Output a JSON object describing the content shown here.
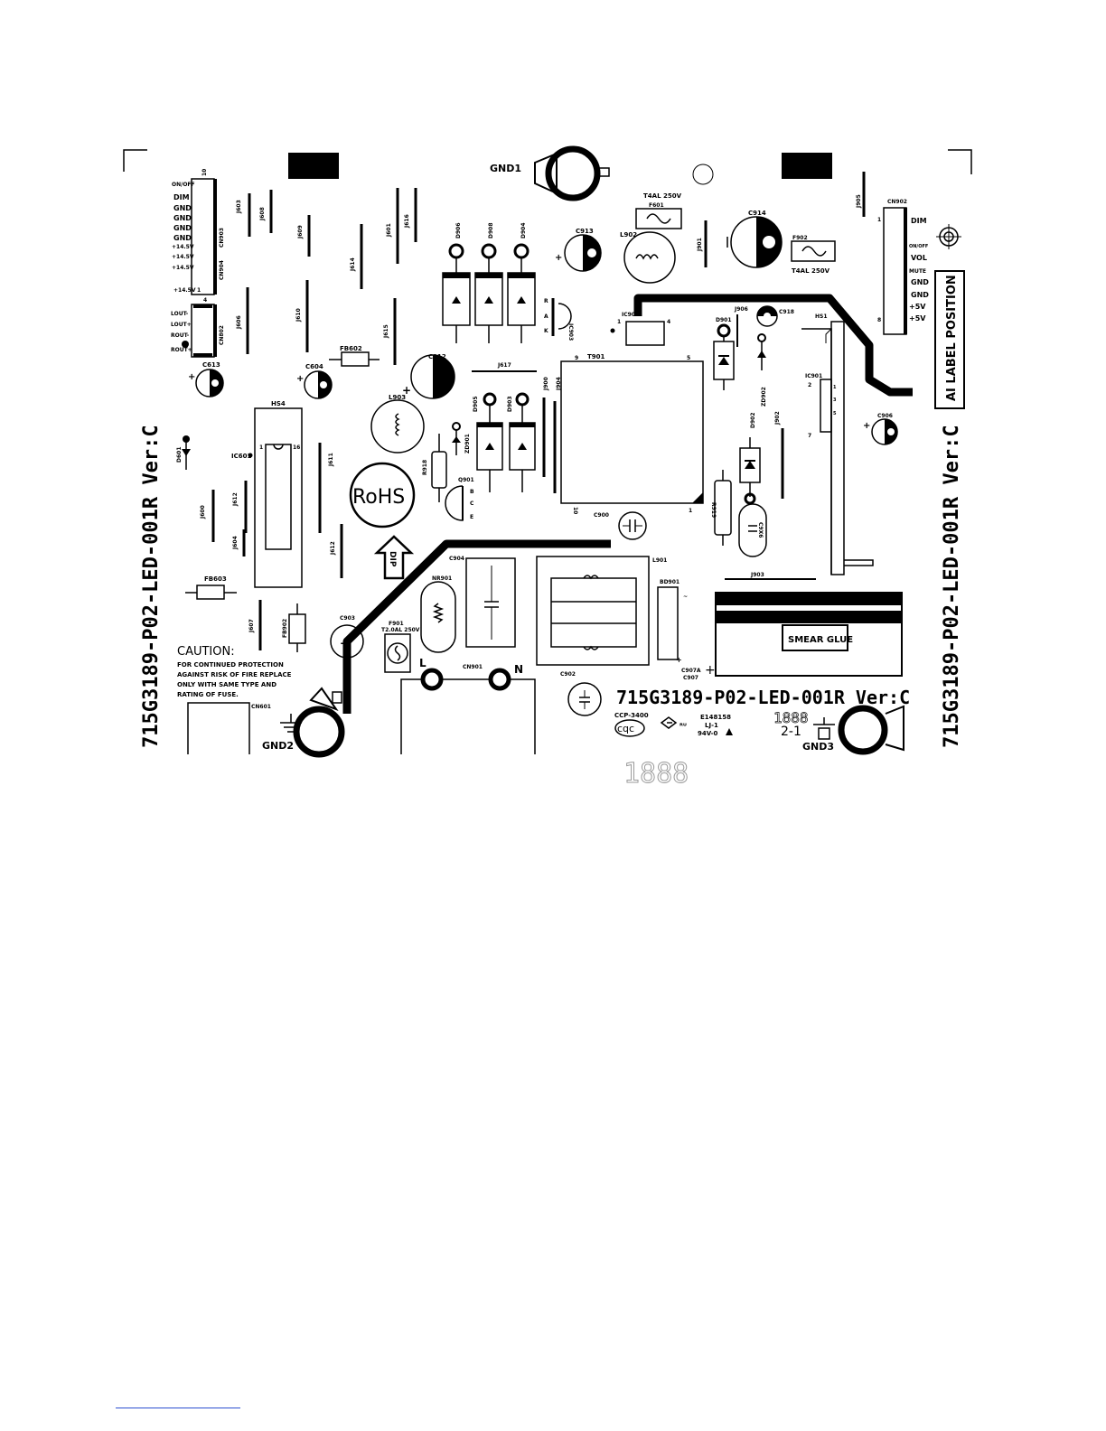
{
  "board": {
    "id_main": "715G3189-P02-LED-001R Ver:C",
    "id_left": "715G3189-P02-LED-001R Ver:C",
    "id_right": "715G3189-P02-LED-001R Ver:C",
    "label_position": "AI LABEL POSITION",
    "rohs": "RoHS",
    "dip": "DIP",
    "smear_glue": "SMEAR GLUE",
    "gnd1": "GND1",
    "gnd2": "GND2",
    "gnd3": "GND3",
    "cqc": "cqc",
    "ccp": "CCP-3400",
    "e_number": "E148158",
    "lj": "LJ-1",
    "flame": "94V-0",
    "ver_21": "2-1",
    "digits_a": "1888",
    "digits_b": "1888"
  },
  "caution": {
    "title": "CAUTION:",
    "line1": "FOR CONTINUED PROTECTION",
    "line2": "AGAINST RISK OF FIRE REPLACE",
    "line3": "ONLY WITH  SAME TYPE AND",
    "line4": "RATING OF FUSE."
  },
  "connectors": {
    "cn903_pins": [
      "ON/OFF",
      "DIM",
      "GND",
      "GND",
      "GND",
      "GND",
      "+14.5V",
      "+14.5V",
      "+14.5V",
      "+14.5V"
    ],
    "cn802_pins": [
      "LOUT-",
      "LOUT+",
      "ROUT-",
      "ROUT+"
    ],
    "cn902_pins": [
      "DIM",
      "ON/OFF",
      "VOL",
      "MUTE",
      "GND",
      "GND",
      "+5V",
      "+5V"
    ]
  },
  "fuses": {
    "f601": "F601",
    "f601_rating": "T4AL 250V",
    "f902": "F902",
    "f902_rating": "T4AL 250V",
    "f901": "F901",
    "f901_rating": "T2.0AL 250V"
  },
  "refs": {
    "cn903": "CN903",
    "cn904": "CN904",
    "cn802": "CN802",
    "cn902": "CN902",
    "cn901": "CN901",
    "cn601": "CN601",
    "c613": "C613",
    "c604": "C604",
    "c912": "C912",
    "c913": "C913",
    "c914": "C914",
    "c918": "C918",
    "c906": "C906",
    "c900": "C900",
    "c904": "C904",
    "c903": "C903",
    "c902": "C902",
    "c907a": "C907A",
    "c907": "C907",
    "c9x6": "C9X6",
    "d906": "D906",
    "d908": "D908",
    "d904": "D904",
    "d905": "D905",
    "d903": "D903",
    "d901": "D901",
    "d902": "D902",
    "d601": "D601",
    "zd901": "ZD901",
    "zd902": "ZD902",
    "l902": "L902",
    "l903": "L903",
    "l901": "L901",
    "t901": "T901",
    "hs1": "HS1",
    "hs4": "HS4",
    "ic601": "IC601",
    "ic901": "IC901",
    "ic902": "IC902",
    "ic903": "IC903",
    "q901": "Q901",
    "r918": "R918",
    "r919": "R919",
    "nr901": "NR901",
    "bd901": "BD901",
    "fb602": "FB602",
    "fb603": "FB603",
    "fb902": "FB902",
    "j603": "J603",
    "j608": "J608",
    "j609": "J609",
    "j614": "J614",
    "j601": "J601",
    "j616": "J616",
    "j606": "J606",
    "j610": "J610",
    "j615": "J615",
    "j617": "J617",
    "j600": "J600",
    "j612": "J612",
    "j604": "J604",
    "j611": "J611",
    "j612b": "J612",
    "j607": "J607",
    "j900": "J900",
    "j904": "J904",
    "j901": "J901",
    "j905": "J905",
    "j906": "J906",
    "j902": "J902",
    "j903": "J903",
    "pin_l": "L",
    "pin_n": "N",
    "b": "B",
    "c": "C",
    "e": "E"
  }
}
